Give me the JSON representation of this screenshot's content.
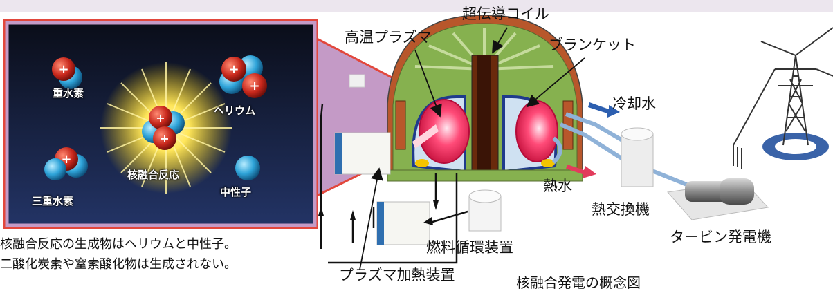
{
  "inset": {
    "particles": {
      "deuterium": "重水素",
      "helium": "ヘリウム",
      "fusion": "核融合反応",
      "tritium": "三重水素",
      "neutron": "中性子"
    },
    "note_line1": "核融合反応の生成物はヘリウムと中性子。",
    "note_line2": "二酸化炭素や窒素酸化物は生成されない。"
  },
  "diagram": {
    "superconducting_coil": "超伝導コイル",
    "hot_plasma": "高温プラズマ",
    "blanket": "ブランケット",
    "cooling_water": "冷却水",
    "hot_water": "熱水",
    "heat_exchanger": "熱交換機",
    "turbine_generator": "タービン発電機",
    "fuel_circulation": "燃料循環装置",
    "plasma_heating": "プラズマ加熱装置",
    "caption": "核融合発電の概念図"
  },
  "colors": {
    "inset_border": "#e2473c",
    "inset_background": "#141a33",
    "callout_fill": "#c49ac6",
    "reactor_green": "#86b14f",
    "reactor_copper": "#b8572b",
    "plasma_red": "#e8294f",
    "pipe_blue": "#8fb2d8",
    "blanket_navy": "#1f3b8c"
  }
}
